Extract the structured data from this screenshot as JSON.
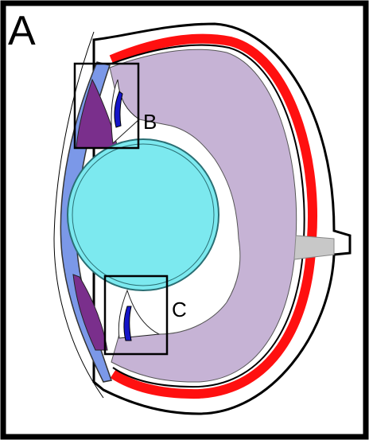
{
  "figure": {
    "panel_label": "A",
    "callouts": [
      {
        "id": "B",
        "label": "B"
      },
      {
        "id": "C",
        "label": "C"
      }
    ]
  },
  "colors": {
    "frame": "#000000",
    "background": "#ffffff",
    "cornea": "#7b98e8",
    "iris": "#7a2f8c",
    "ciliary_blue": "#1515c8",
    "lens": "#7ce9ef",
    "vitreous": "#c6b3d5",
    "choroid": "#ff1010",
    "optic_nerve": "#c8c8c8"
  }
}
